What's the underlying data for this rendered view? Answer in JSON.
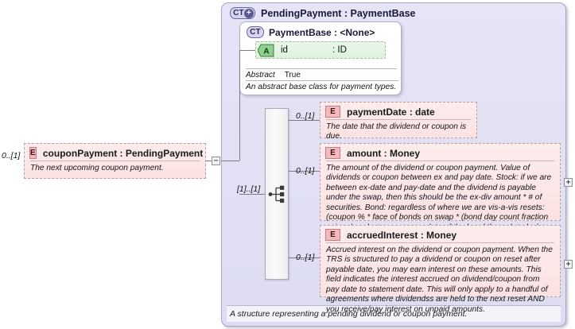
{
  "diagram": {
    "type": "xml-schema-diagram",
    "colors": {
      "container_bg": "#dedcf3",
      "container_border": "#a9a7c4",
      "element_bg": "#fbe2e3",
      "element_border": "#b9a0a2",
      "attribute_bg": "#dff1df",
      "attribute_border": "#9fbf9f",
      "badge_ct_bg": "#d6d5ee",
      "badge_e_bg": "#f4b9bd",
      "badge_a_bg": "#8ed08e",
      "line": "#7a7a8c"
    }
  },
  "source_element": {
    "cardinality": "0..[1]",
    "badge": "E",
    "badge_name": "element-badge",
    "name": "couponPayment : PendingPayment",
    "documentation": "The next upcoming coupon payment.",
    "toggle": "−",
    "toggle_name": "collapse-toggle"
  },
  "complex_type": {
    "badge": "CT",
    "badge_plus": "+",
    "title": "PendingPayment : PaymentBase",
    "documentation": "A structure representing a pending dividend or coupon payment."
  },
  "base_type": {
    "badge": "CT",
    "title": "PaymentBase : <None>",
    "attribute": {
      "badge": "A",
      "name": "id",
      "type": ": ID"
    },
    "facet": {
      "key": "Abstract",
      "value": "True"
    },
    "documentation": "An abstract base class for payment types."
  },
  "compositor": {
    "kind": "sequence",
    "cardinality": "[1]..[1]"
  },
  "children": [
    {
      "cardinality": "0..[1]",
      "badge": "E",
      "name": "paymentDate : date",
      "documentation": "The date that the dividend or coupon is due.",
      "toggle": null
    },
    {
      "cardinality": "0..[1]",
      "badge": "E",
      "name": "amount   : Money",
      "documentation": "The amount of the dividend or coupon payment. Value of dividends or coupon between ex and pay date. Stock: if we are between ex-date and pay-date and the dividend is payable under the swap, then this should be the ex-div amount * # of securities. Bond: regardless of where we are vis-a-vis resets: (coupon % * face of bonds on swap * (bond day count fraction using days last coupon pay date of the bond through today).",
      "toggle": "+"
    },
    {
      "cardinality": "0..[1]",
      "badge": "E",
      "name": "accruedInterest : Money",
      "documentation": "Accrued interest on the dividend or coupon payment. When the TRS is structured to pay a dividend or coupon on reset after payable date, you may earn interest on these amounts. This field indicates the interest accrued on dividend/coupon from pay date to statement date. This will only apply to a handful of agreements where dividendss are held to the next reset AND you receive/pay interest on unpaid amounts.",
      "toggle": "+"
    }
  ]
}
